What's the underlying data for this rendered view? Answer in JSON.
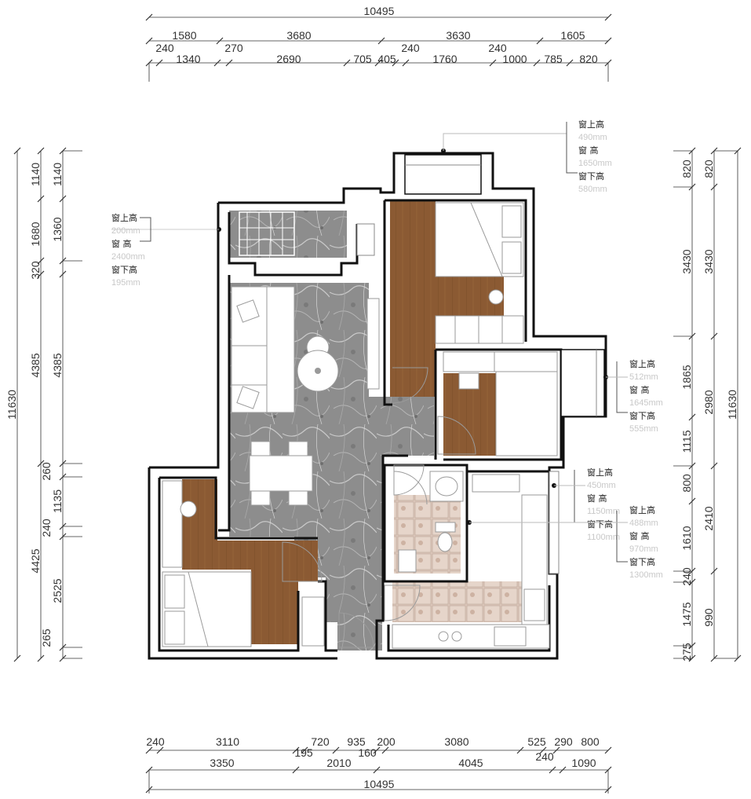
{
  "dimensions": {
    "top_total": "10495",
    "top_row1": [
      "1580",
      "3680",
      "3630",
      "1605"
    ],
    "top_row2a": [
      "240",
      "270",
      "240",
      "240"
    ],
    "top_row2b": [
      "1340",
      "2690",
      "705",
      "405",
      "1760",
      "1000",
      "785",
      "820"
    ],
    "bottom_total": "10495",
    "bottom_row1": [
      "240",
      "3110",
      "720",
      "935",
      "200",
      "3080",
      "525",
      "290",
      "800"
    ],
    "bottom_row1b": [
      "195",
      "160"
    ],
    "bottom_row2": [
      "3350",
      "2010",
      "4045",
      "240",
      "1090"
    ],
    "left_total": "11630",
    "left_outer": [
      "1140",
      "1680",
      "4385",
      "4425"
    ],
    "left_outer_small": [
      "320",
      "260"
    ],
    "left_inner": [
      "1140",
      "1360",
      "4385",
      "1135",
      "240",
      "2525",
      "265"
    ],
    "right_total": "11630",
    "right_outer": [
      "820",
      "3430",
      "1865",
      "1115",
      "800",
      "1610",
      "240",
      "1475",
      "275"
    ],
    "right_inner": [
      "820",
      "3430",
      "2980",
      "2410",
      "990"
    ]
  },
  "window_notes": [
    {
      "lines": [
        [
          "窗上高",
          "200mm"
        ],
        [
          "窗 高",
          "2400mm"
        ],
        [
          "窗下高",
          "195mm"
        ]
      ]
    },
    {
      "lines": [
        [
          "窗上高",
          "490mm"
        ],
        [
          "窗 高",
          "1650mm"
        ],
        [
          "窗下高",
          "580mm"
        ]
      ]
    },
    {
      "lines": [
        [
          "窗上高",
          "512mm"
        ],
        [
          "窗 高",
          "1645mm"
        ],
        [
          "窗下高",
          "555mm"
        ]
      ]
    },
    {
      "lines": [
        [
          "窗上高",
          "450mm"
        ],
        [
          "窗 高",
          "1150mm"
        ],
        [
          "窗下高",
          "1100mm"
        ]
      ]
    },
    {
      "lines": [
        [
          "窗上高",
          "488mm"
        ],
        [
          "窗 高",
          "970mm"
        ],
        [
          "窗下高",
          "1300mm"
        ]
      ]
    }
  ],
  "colors": {
    "wall": "#111111",
    "marble": "#8f8f8f",
    "wood": "#8a5a34",
    "tile": "#d9c4b6",
    "dimension": "#333333"
  }
}
